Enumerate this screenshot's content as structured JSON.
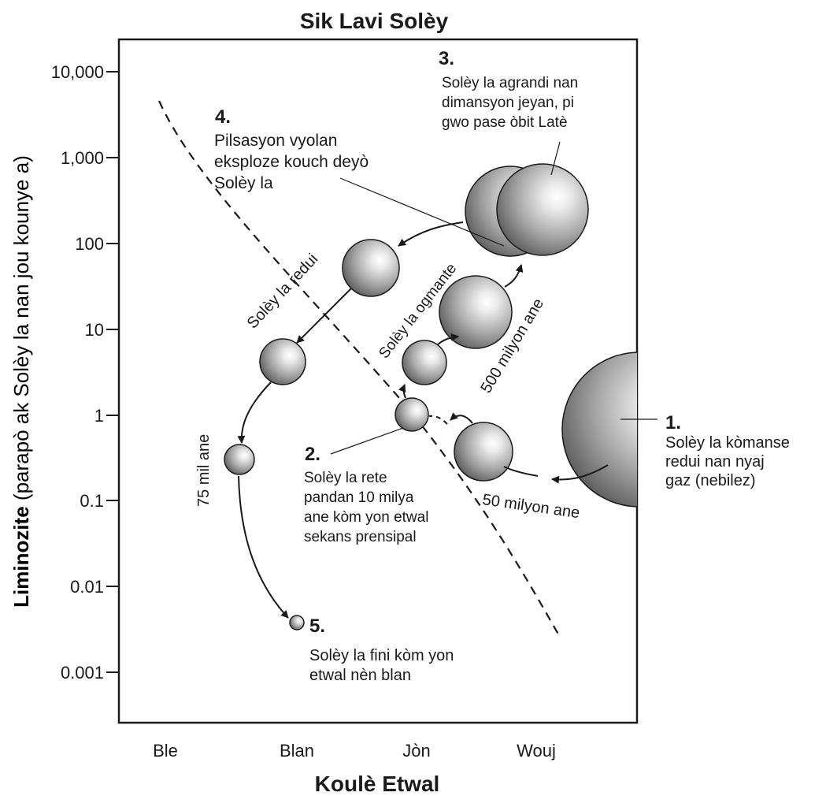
{
  "title": "Sik Lavi Solèy",
  "x_axis": {
    "title": "Koulè Etwal",
    "categories": [
      "Ble",
      "Blan",
      "Jòn",
      "Wouj"
    ]
  },
  "y_axis": {
    "title_bold": "Liminozite",
    "title_rest": " (parapò ak Solèy la nan jou kounye a)",
    "scale": "log",
    "ticks": [
      "10,000",
      "1,000",
      "100",
      "10",
      "1",
      "0.1",
      "0.01",
      "0.001"
    ]
  },
  "stages": [
    {
      "number": "1.",
      "lines": [
        "Solèy la kòmanse",
        "redui nan nyaj",
        "gaz (nebilez)"
      ]
    },
    {
      "number": "2.",
      "lines": [
        "Solèy la rete",
        "pandan 10 milya",
        "ane kòm yon etwal",
        "sekans prensipal"
      ]
    },
    {
      "number": "3.",
      "lines": [
        "Solèy la agrandi nan",
        "dimansyon jeyan, pi",
        "gwo pase òbit Latè"
      ]
    },
    {
      "number": "4.",
      "lines": [
        "Pilsasyon vyolan",
        "eksploze kouch deyò",
        "Solèy la"
      ]
    },
    {
      "number": "5.",
      "lines": [
        "Solèy la fini kòm yon",
        "etwal nèn blan"
      ]
    }
  ],
  "path_labels": {
    "fifty_million": "50 milyon ane",
    "five_hundred_million": "500 milyon ane",
    "grows": "Solèy la ogmante",
    "shrinks": "Solèy la redui",
    "seventy_five_thousand": "75 mil ane"
  }
}
